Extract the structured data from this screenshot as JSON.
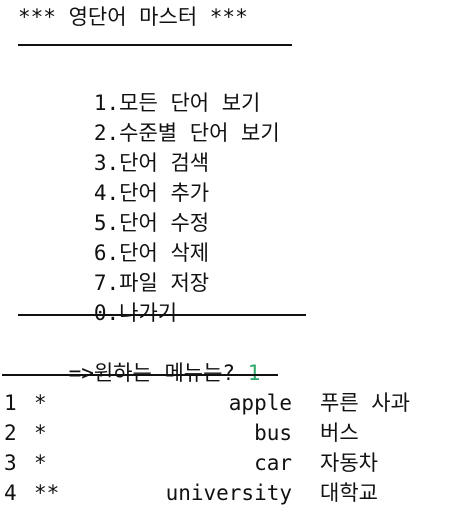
{
  "header": {
    "title": "*** 영단어 마스터 ***",
    "separator_top": "------------------"
  },
  "menu": {
    "items": [
      {
        "num": "1.",
        "label": "모든 단어 보기"
      },
      {
        "num": "2.",
        "label": "수준별 단어 보기"
      },
      {
        "num": "3.",
        "label": "단어 검색"
      },
      {
        "num": "4.",
        "label": "단어 추가"
      },
      {
        "num": "5.",
        "label": "단어 수정"
      },
      {
        "num": "6.",
        "label": "단어 삭제"
      },
      {
        "num": "7.",
        "label": "파일 저장"
      },
      {
        "num": "0.",
        "label": "나가기"
      }
    ]
  },
  "prompt": {
    "text": "=>원하는 메뉴는? ",
    "value": "1"
  },
  "word_list": {
    "rows": [
      {
        "index": "1",
        "level": "*",
        "word": "apple",
        "meaning": "푸른 사과"
      },
      {
        "index": "2",
        "level": "*",
        "word": "bus",
        "meaning": "버스"
      },
      {
        "index": "3",
        "level": "*",
        "word": "car",
        "meaning": "자동차"
      },
      {
        "index": "4",
        "level": "**",
        "word": "university",
        "meaning": "대학교"
      }
    ]
  },
  "colors": {
    "text": "#111111",
    "input": "#2ca86c",
    "background": "#ffffff"
  }
}
